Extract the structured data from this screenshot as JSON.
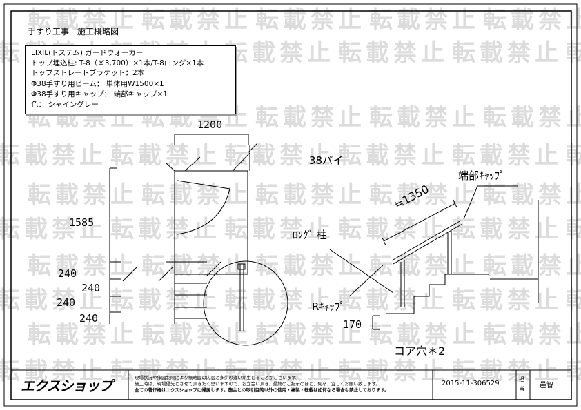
{
  "title": "手すり工事　施工概略図",
  "spec": {
    "lines": [
      "LIXIL(トステム) ガードウォーカー",
      "トップ埋込柱: T-8（￥3,700）×1本/T-8ロング×1本",
      "トップストレートブラケット：2本",
      "Φ38手すり用ビーム： 単体用W1500×1",
      "Φ38手すり用キャップ： 端部キャップ×1",
      "色： シャイングレー"
    ]
  },
  "plan_view": {
    "width_dim": "1200",
    "height_dim": "1585",
    "step_dims": [
      "240",
      "240",
      "240",
      "240"
    ]
  },
  "side_view": {
    "pipe_label": "38パイ",
    "end_cap_label": "端部ｷｬｯﾌﾟ",
    "length_label": "≒1350",
    "long_post_label": "ﾛﾝｸﾞ 柱",
    "r_cap_label": "Rｷｬｯﾌﾟ",
    "embed_dim": "170",
    "core_hole_label": "コア穴＊2"
  },
  "watermark": {
    "text": "転載禁止"
  },
  "footer": {
    "logo": "エクスショップ",
    "notes": [
      "現場状況や作図制限により概略図の内容と多少の違いが生じることがございます。",
      "施工時は、現場優先とさせて頂きたく思いますので、お立会い頂き、最終のご指示のほど、何卒、宜しくお願い致します。",
      "全ての著作権はエクスショップに帰属します。施主との取引目的以外の使用・複製・転載は如何なる場合も禁止しております。"
    ],
    "doc_number": "2015-11-306529",
    "handler_label": "担当",
    "handler_name": "邑智"
  }
}
